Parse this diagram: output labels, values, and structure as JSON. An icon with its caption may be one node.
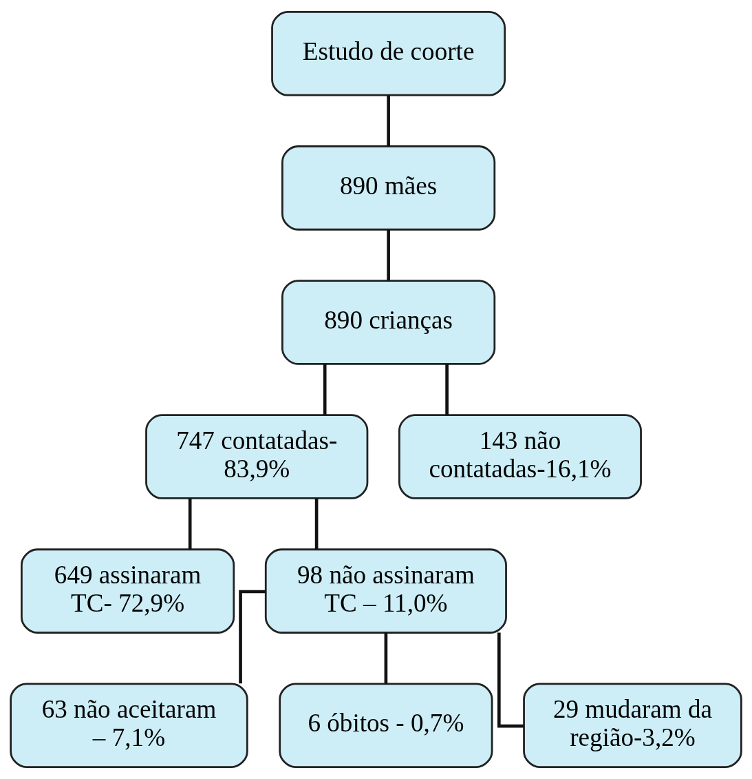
{
  "diagram": {
    "nodes": [
      {
        "text": [
          "Estudo de coorte"
        ]
      },
      {
        "text": [
          "890 mães"
        ]
      },
      {
        "text": [
          "890 crianças"
        ]
      },
      {
        "text": [
          "747 contatadas- 83,9%"
        ]
      },
      {
        "text": [
          "143 não contatadas-16,1%"
        ]
      },
      {
        "text": [
          "649 assinaram TC- 72,9%"
        ]
      },
      {
        "text": [
          "98 não assinaram TC – 11,0%"
        ]
      },
      {
        "text": [
          "63 não aceitaram – 7,1%"
        ]
      },
      {
        "text": [
          "6 óbitos - 0,7%"
        ]
      },
      {
        "text": [
          "29 mudaram da região-3,2%"
        ]
      }
    ],
    "edges": [
      {
        "from": 0,
        "to": 1,
        "arrow": "none"
      },
      {
        "from": 1,
        "to": 2,
        "arrow": "none"
      },
      {
        "from": 2,
        "to": 3,
        "arrow": "none"
      },
      {
        "from": 2,
        "to": 4,
        "arrow": "none"
      },
      {
        "from": 3,
        "to": 5,
        "arrow": "none"
      },
      {
        "from": 3,
        "to": 6,
        "arrow": "none"
      },
      {
        "from": 6,
        "to": 7,
        "arrow": "none"
      },
      {
        "from": 6,
        "to": 8,
        "arrow": "none"
      },
      {
        "from": 6,
        "to": 9,
        "arrow": "none"
      }
    ]
  }
}
